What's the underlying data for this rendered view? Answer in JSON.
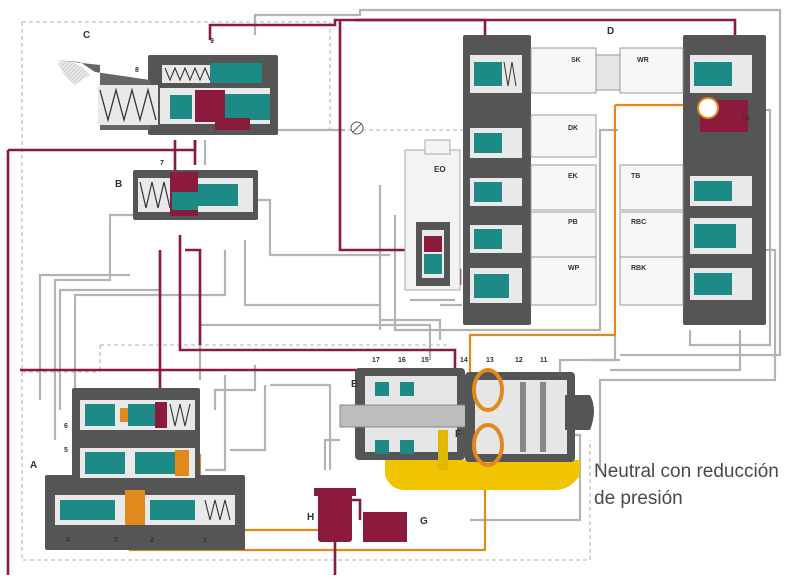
{
  "caption": {
    "line1": "Neutral con reducción",
    "line2": "de presión"
  },
  "group_labels": {
    "a": "A",
    "b": "B",
    "c": "C",
    "d": "D",
    "e": "E",
    "f": "F",
    "g": "G",
    "h": "H",
    "eo": "EO"
  },
  "numbers": {
    "n1": "1",
    "n2": "2",
    "n3": "3",
    "n4": "4",
    "n5": "5",
    "n6": "6",
    "n7": "7",
    "n8": "8",
    "n9": "9",
    "n10": "10",
    "n11": "11",
    "n12": "12",
    "n13": "13",
    "n14": "14",
    "n15": "15",
    "n16": "16",
    "n17": "17"
  },
  "clutch_labels": {
    "sk": "SK",
    "wr": "WR",
    "dk": "DK",
    "ek": "EK",
    "tb": "TB",
    "pb": "PB",
    "rbc": "RBC",
    "wp": "WP",
    "rbk": "RBK"
  },
  "colors": {
    "pressure_line": "#8b1a3c",
    "return_line": "#b8b8b8",
    "lube_line": "#e08a1e",
    "valve_spool": "#1d8a86",
    "housing": "#555555",
    "sump": "#f0c400"
  }
}
